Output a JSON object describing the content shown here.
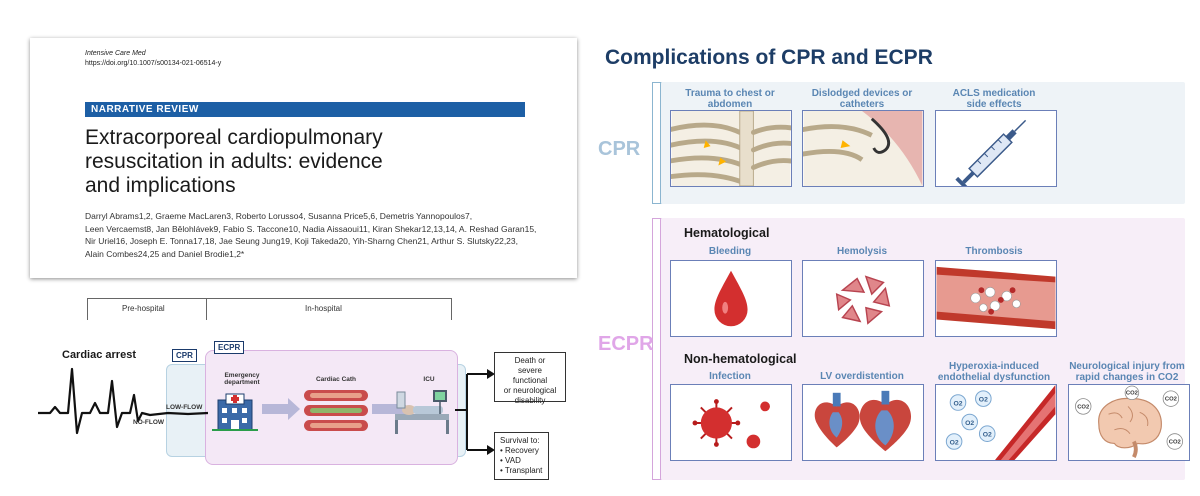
{
  "paper": {
    "journal": "Intensive Care Med",
    "doi": "https://doi.org/10.1007/s00134-021-06514-y",
    "section": "NARRATIVE REVIEW",
    "title_lines": [
      "Extracorporeal cardiopulmonary",
      "resuscitation in adults: evidence",
      "and implications"
    ],
    "author_lines": [
      "Darryl Abrams1,2, Graeme MacLaren3, Roberto Lorusso4, Susanna Price5,6, Demetris Yannopoulos7,",
      "Leen Vercaemst8, Jan Bělohlávek9, Fabio S. Taccone10, Nadia Aissaoui11, Kiran Shekar12,13,14, A. Reshad Garan15,",
      "Nir Uriel16, Joseph E. Tonna17,18, Jae Seung Jung19, Koji Takeda20, Yih-Sharng Chen21, Arthur S. Slutsky22,23,",
      "Alain Combes24,25 and Daniel Brodie1,2*"
    ]
  },
  "timeline": {
    "pre_hospital": "Pre-hospital",
    "in_hospital": "In-hospital",
    "cardiac_arrest": "Cardiac arrest",
    "cpr_tag": "CPR",
    "ecpr_tag": "ECPR",
    "no_flow": "NO-FLOW",
    "low_flow": "LOW-FLOW",
    "emergency_department": "Emergency department",
    "cardiac_cath": "Cardiac Cath",
    "icu": "ICU",
    "outcome_death": [
      "Death or",
      "severe functional",
      "or neurological",
      "disability"
    ],
    "outcome_survival_title": "Survival to:",
    "outcome_survival_items": [
      "• Recovery",
      "• VAD",
      "• Transplant"
    ]
  },
  "complications": {
    "title": "Complications of CPR and ECPR",
    "cpr_label": "CPR",
    "ecpr_label": "ECPR",
    "cpr_cards": [
      {
        "title": [
          "Trauma to chest or",
          "abdomen"
        ],
        "icon": "ribcage-icon"
      },
      {
        "title": [
          "Dislodged devices or",
          "catheters"
        ],
        "icon": "catheter-icon"
      },
      {
        "title": [
          "ACLS medication",
          "side effects"
        ],
        "icon": "syringe-icon"
      }
    ],
    "hematological_heading": "Hematological",
    "hematological_cards": [
      {
        "title": [
          "Bleeding"
        ],
        "icon": "blood-drop-icon"
      },
      {
        "title": [
          "Hemolysis"
        ],
        "icon": "broken-cell-icon"
      },
      {
        "title": [
          "Thrombosis"
        ],
        "icon": "clot-vessel-icon"
      }
    ],
    "nonhematological_heading": "Non-hematological",
    "nonhematological_cards": [
      {
        "title": [
          "Infection"
        ],
        "icon": "virus-icon"
      },
      {
        "title": [
          "LV overdistention"
        ],
        "icon": "heart-icon"
      },
      {
        "title": [
          "Hyperoxia-induced",
          "endothelial dysfunction"
        ],
        "icon": "oxygen-vessel-icon"
      },
      {
        "title": [
          "Neurological injury from",
          "rapid changes in CO2"
        ],
        "icon": "brain-icon"
      }
    ],
    "o2": "O2",
    "co2": "CO2"
  },
  "colors": {
    "review_bar": "#1d5fa5",
    "title_navy": "#1d3d66",
    "cpr_label": "#a9c4da",
    "ecpr_label": "#e0a6e8",
    "card_border": "#6b7fb8",
    "card_title": "#5a86b3",
    "blood": "#d32f2f"
  }
}
